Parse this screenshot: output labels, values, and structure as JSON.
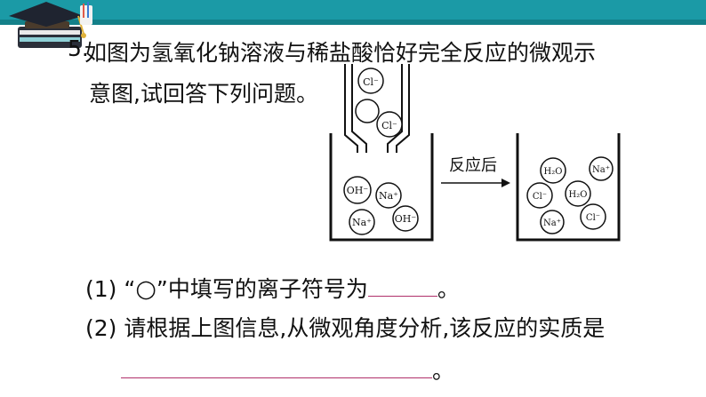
{
  "question": {
    "number": "5.",
    "line1": "如图为氢氧化钠溶液与稀盐酸恰好完全反应的微观示",
    "line2": "意图,试回答下列问题。"
  },
  "diagram": {
    "funnel_ions": [
      "Cl⁻",
      "Cl⁻"
    ],
    "beaker_left_ions": [
      "OH⁻",
      "Na⁺",
      "Na⁺",
      "OH⁻"
    ],
    "arrow_label": "反应后",
    "beaker_right_ions": [
      "H₂O",
      "Na⁺",
      "Cl⁻",
      "H₂O",
      "Na⁺",
      "Cl⁻"
    ]
  },
  "sub_questions": [
    {
      "number": "(1)",
      "prefix": "“",
      "symbol": "○",
      "text": "”中填写的离子符号为",
      "end": "。"
    },
    {
      "number": "(2)",
      "text": "请根据上图信息,从微观角度分析,该反应的实质是",
      "end": "。"
    }
  ]
}
